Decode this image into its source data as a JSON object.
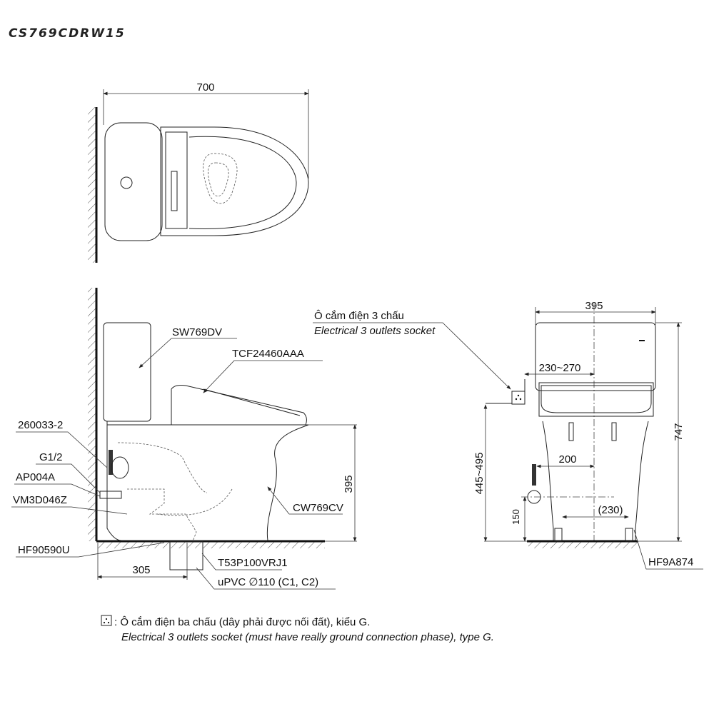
{
  "title": "CS769CDRW15",
  "top_view": {
    "dim_width": "700"
  },
  "side_view": {
    "labels": {
      "tank": "SW769DV",
      "seat": "TCF24460AAA",
      "hose": "260033-2",
      "thread": "G1/2",
      "valve": "AP004A",
      "supply": "VM3D046Z",
      "flange": "HF90590U",
      "bowl": "CW769CV",
      "drain": "T53P100VRJ1",
      "pipe": "uPVC ∅110 (C1, C2)"
    },
    "dim_height": "395",
    "dim_rough_in": "305"
  },
  "socket_label": {
    "vi": "Ô cắm điện 3 chấu",
    "en": "Electrical 3 outlets socket"
  },
  "front_view": {
    "dim_width": "395",
    "dim_total_height": "747",
    "dim_socket_height": "445~495",
    "dim_socket_offset": "230~270",
    "dim_supply_offset": "200",
    "dim_bolt_spacing": "(230)",
    "dim_supply_height": "150",
    "bolt_label": "HF9A874"
  },
  "notes": {
    "vi": ": Ô cắm điện ba chấu (dây phải được nối đất), kiểu G.",
    "en": "Electrical 3 outlets socket (must have really ground connection phase), type G."
  }
}
